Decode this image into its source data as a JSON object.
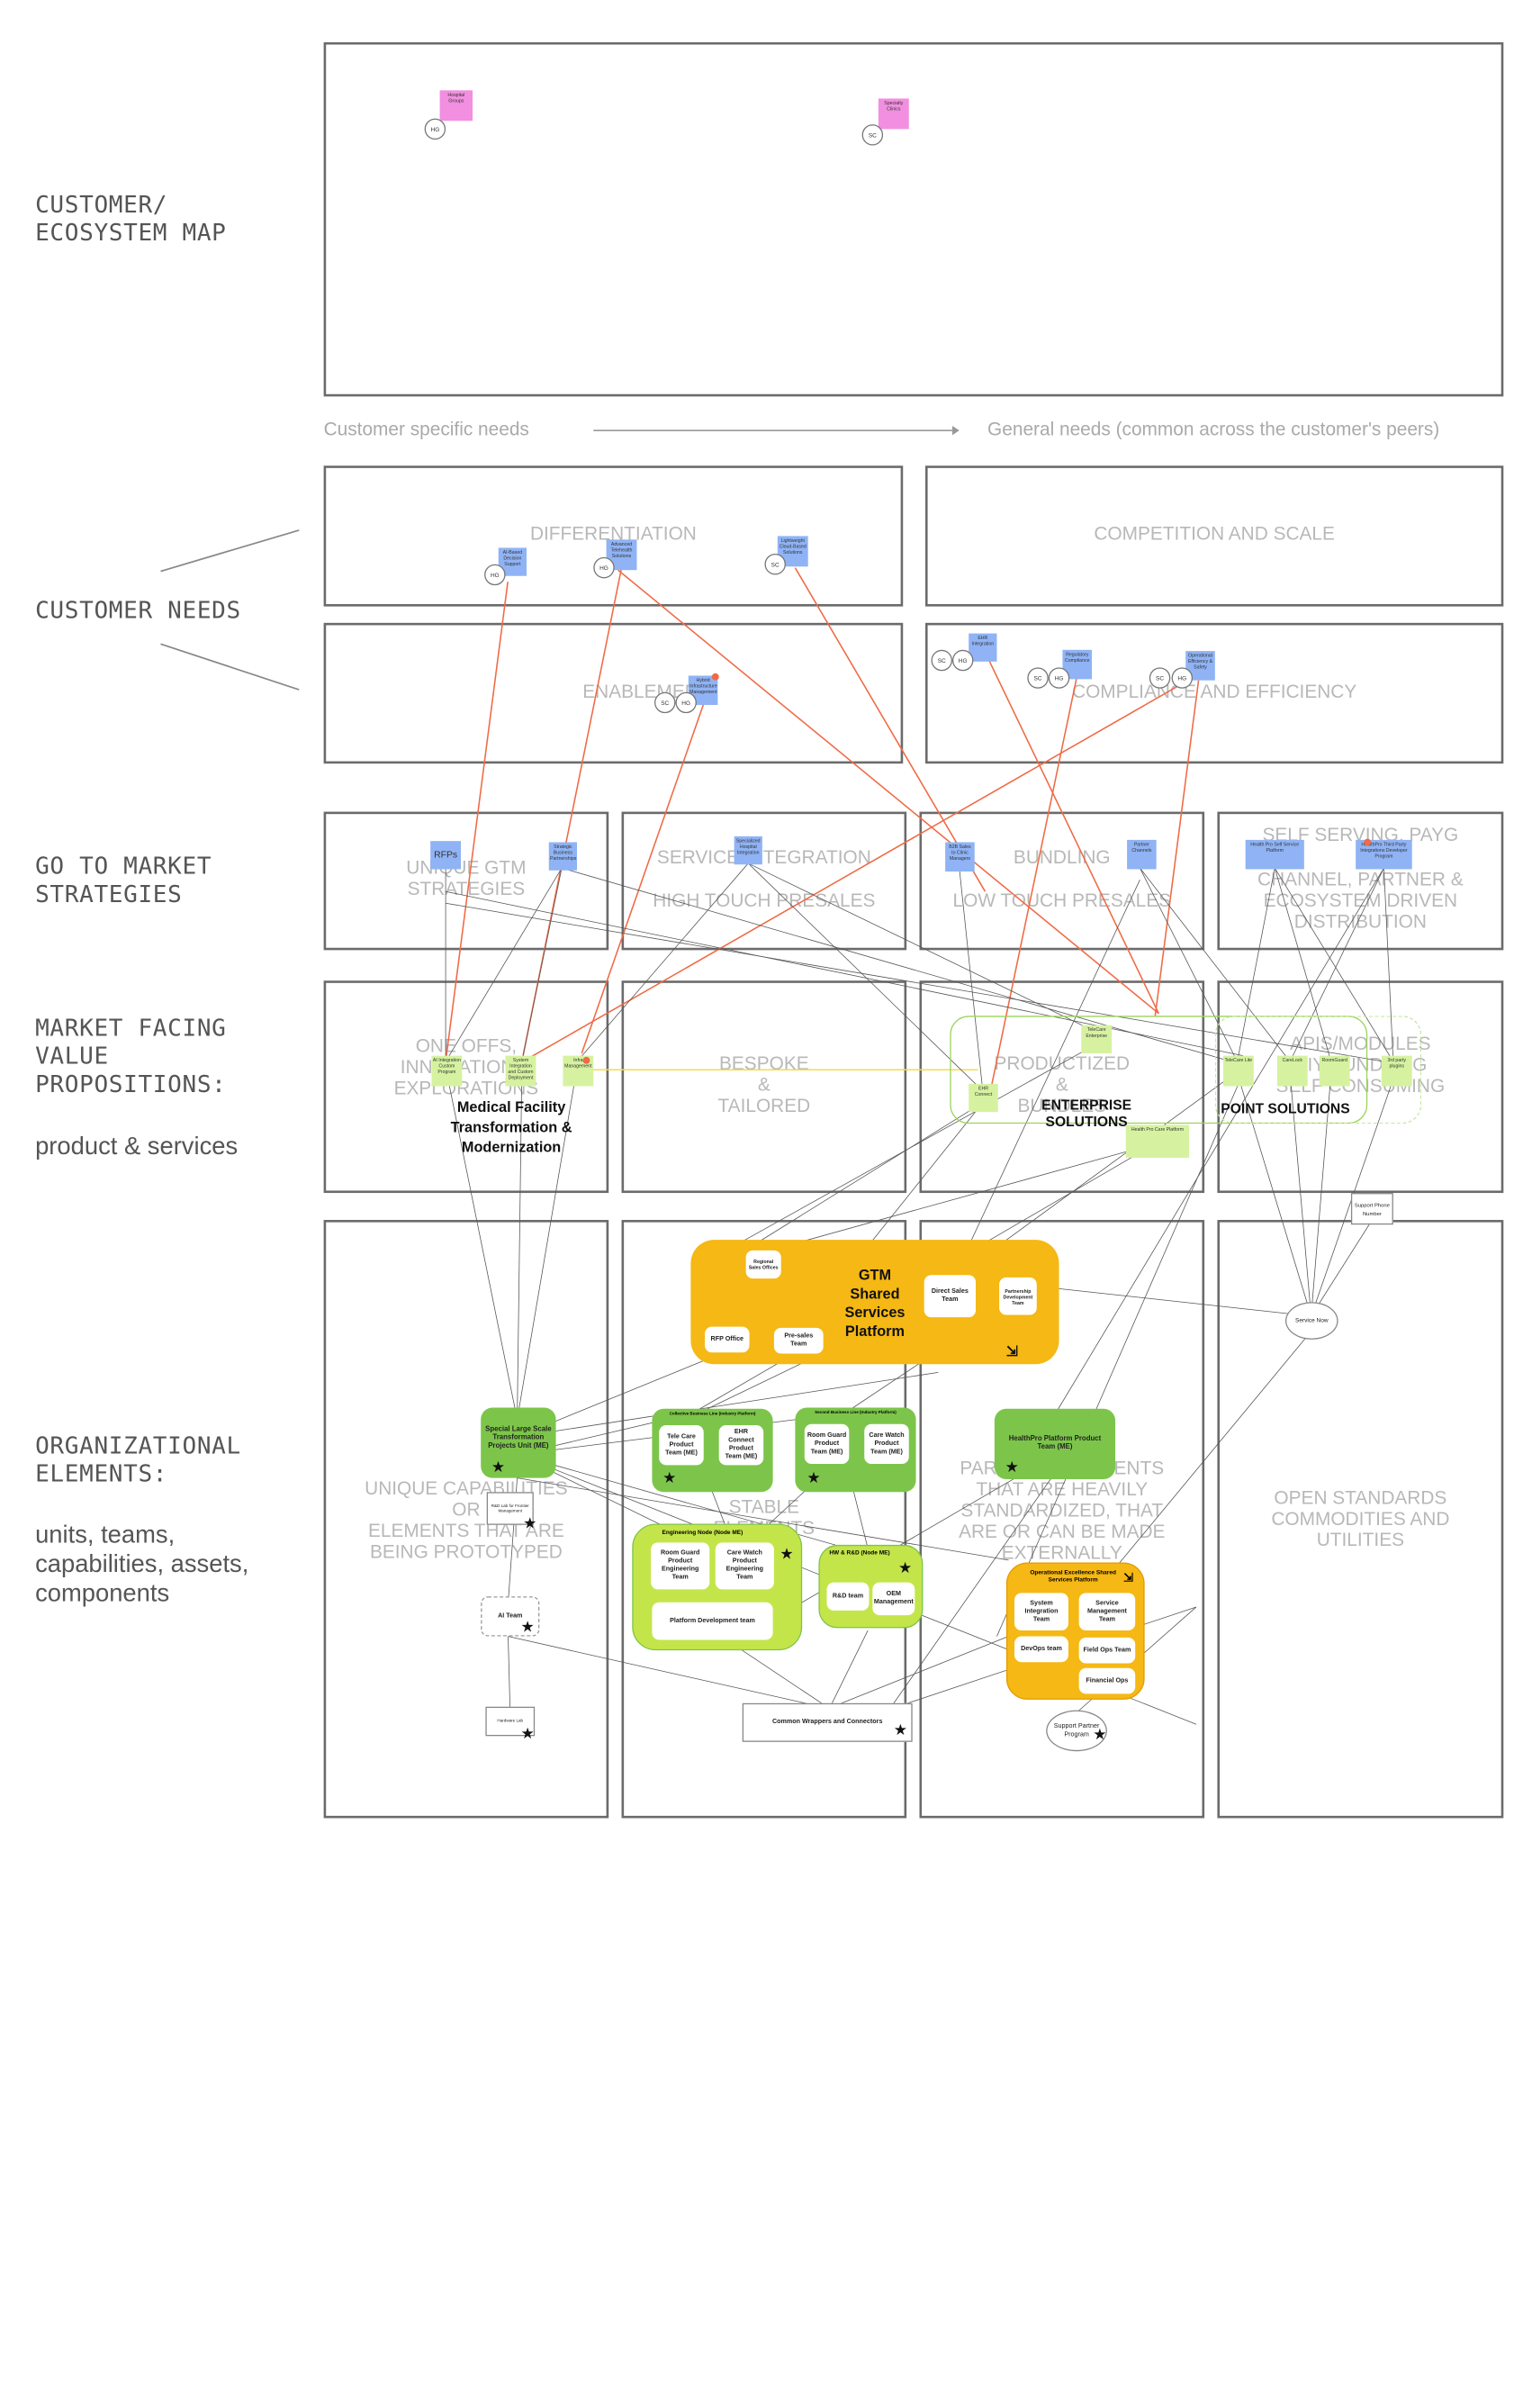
{
  "row_labels": {
    "customer_map": "CUSTOMER/\nECOSYSTEM MAP",
    "customer_needs": "CUSTOMER NEEDS",
    "gtm": "GO TO MARKET\nSTRATEGIES",
    "value_props": "MARKET FACING\nVALUE\nPROPOSITIONS:",
    "value_props_sub": "product & services",
    "org": "ORGANIZATIONAL\nELEMENTS:",
    "org_sub": "units, teams,\ncapabilities, assets,\ncomponents"
  },
  "axis": {
    "left": "Customer specific needs",
    "right": "General needs (common across the customer's peers)"
  },
  "zones": {
    "differentiation": "DIFFERENTIATION",
    "competition": "COMPETITION AND SCALE",
    "enablement": "ENABLEMENT",
    "compliance": "COMPLIANCE AND EFFICIENCY",
    "unique_gtm": "UNIQUE GTM\nSTRATEGIES",
    "service_integration": "SERVICE INTEGRATION",
    "high_touch": "HIGH TOUCH PRESALES",
    "bundling": "BUNDLING",
    "low_touch": "LOW TOUCH PRESALES",
    "self_serving": "SELF SERVING, PAYG",
    "channel": "CHANNEL, PARTNER &\nECOSYSTEM DRIVEN\nDISTRIBUTION",
    "one_offs": "ONE OFFS,\nINNOVATIONS,\nEXPLORATIONS",
    "bespoke": "BESPOKE\n&\nTAILORED",
    "productized": "PRODUCTIZED\n&\nBUNDLES",
    "apis": "APIS/MODULES\nDIY BUNDLING\nSELF CONSUMING",
    "unique_cap": "UNIQUE CAPABILITIES\nOR\nELEMENTS THAT ARE\nBEING PROTOTYPED",
    "stable": "STABLE\nELEMENTS",
    "partially": "PARTIALLY ELEMENTS\nTHAT ARE HEAVILY\nSTANDARDIZED, THAT\nARE OR CAN BE MADE\nEXTERNALLY\nAVAILABLE",
    "open_std": "OPEN STANDARDS\nCOMMODITIES AND\nUTILITIES"
  },
  "stickies": {
    "hospital_groups": "Hospital Groups",
    "specialty_clinics": "Specialty Clinics",
    "ai_decision": "AI-Based Decision Support",
    "telehealth": "Advanced Telehealth Solutions",
    "lightweight": "Lightweight Cloud-Based Solutions",
    "ehr_integration": "EHR Integration",
    "regulatory": "Regulatory Compliance",
    "operational": "Operational Efficiency & Safety",
    "infra_mgmt": "Hybrid Infrastructure Management",
    "rfps": "RFPs",
    "strategic_partners": "Strategic Business Partnerships",
    "specialized_integration": "Specialized Hospital Integration",
    "b2b_sales": "B2B Sales to Clinic Managers",
    "partner_channels": "Partner Channels",
    "healthpro_self": "Health Pro Self Service Platform",
    "healthpro_third": "HealthPro Third Party Integrations Developer Program",
    "ai_integration": "AI Integration Custom Program",
    "system_integration_prog": "System Integration and Custom Deployment",
    "infra_mgmt2": "Infra Management",
    "telecare_enterprise": "TeleCare Enterprise",
    "ehr_connect": "EHR Connect",
    "healthpro_care": "Health Pro Care Platform",
    "telecare_lite": "TeleCare Lite",
    "carelock": "CareLock",
    "roomguard": "RoomGuard",
    "third_party": "3rd party plugins"
  },
  "tags": {
    "hg": "HG",
    "sc": "SC"
  },
  "bold_labels": {
    "medical_facility": "Medical Facility\nTransformation &\nModernization",
    "enterprise_solutions": "ENTERPRISE SOLUTIONS",
    "point_solutions": "POINT SOLUTIONS"
  },
  "gtm_platform": {
    "title": "GTM\nShared\nServices\nPlatform",
    "regional_sales": "Regional Sales Offices",
    "direct_sales": "Direct Sales Team",
    "partnership_dev": "Partnership Development Team",
    "rfp_office": "RFP Office",
    "presales": "Pre-sales Team"
  },
  "org": {
    "special_large": "Special Large Scale Transformation Projects Unit (ME)",
    "collective_business_line": "Collective Business Line (Industry Platform)",
    "telecare_team": "Tele Care Product Team (ME)",
    "ehr_team": "EHR Connect Product Team (ME)",
    "second_business_line": "Second Business Line (Industry Platform)",
    "roomguard_team": "Room Guard Product Team (ME)",
    "carewatch_team": "Care Watch Product Team (ME)",
    "healthpro_team": "HealthPro Platform Product Team (ME)",
    "engineering_node": "Engineering Node (Node ME)",
    "roomguard_eng": "Room Guard Product Engineering Team",
    "carewatch_eng": "Care Watch Product Engineering Team",
    "platform_dev": "Platform Development team",
    "hw_rd": "HW & R&D (Node ME)",
    "rd_team": "R&D team",
    "oem": "OEM Management",
    "opex": "Operational Excellence Shared Services Platform",
    "sys_int_team": "System Integration Team",
    "service_mgmt": "Service Management Team",
    "devops": "DevOps team",
    "field_ops": "Field Ops Team",
    "financial_ops": "Financial Ops",
    "rnd_frontier": "R&D Lab for Frontier Management",
    "ai_team": "AI Team",
    "hardware_lab": "Hardware Lab",
    "common_wrappers": "Common Wrappers and Connectors",
    "support_partner": "Support Partner Program",
    "support_phone": "Support Phone Number",
    "service_now": "Service Now"
  },
  "colors": {
    "red_link": "#f06a45",
    "gray_link": "#666666",
    "gtm_yellow": "#f5b814",
    "team_green": "#7cc54a",
    "node_lime": "#c4e54a",
    "opex_yellow": "#f5b814",
    "sticky_pink": "#f28fe0",
    "sticky_blue": "#8fb3f5",
    "sticky_green": "#d6f2a0"
  }
}
